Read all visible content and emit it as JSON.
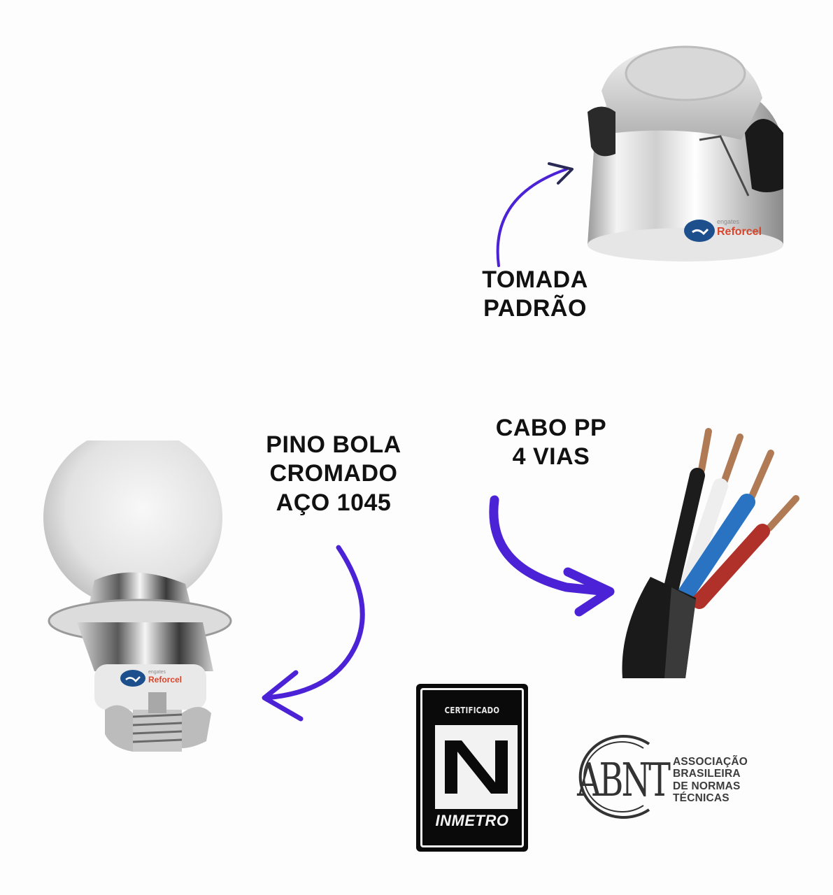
{
  "labels": {
    "tomada": {
      "line1": "TOMADA",
      "line2": "PADRÃO"
    },
    "pino_bola": {
      "line1": "PINO BOLA",
      "line2": "CROMADO",
      "line3": "AÇO 1045"
    },
    "cabo": {
      "line1": "CABO PP",
      "line2": "4 VIAS"
    }
  },
  "brand": {
    "small": "engates",
    "name": "Reforcel",
    "name_color": "#d9452b",
    "logo_color": "#1d4f8c"
  },
  "certifications": {
    "inmetro": {
      "top": "CERTIFICADO",
      "bottom": "INMETRO"
    },
    "abnt": {
      "monogram": "ABNT",
      "lines": [
        "ASSOCIAÇÃO",
        "BRASILEIRA",
        "DE NORMAS",
        "TÉCNICAS"
      ]
    }
  },
  "cable_wires": [
    "black",
    "white",
    "blue",
    "red"
  ],
  "colors": {
    "arrow": "#4b22d6",
    "background": "#fdfdfd",
    "text": "#111111"
  }
}
